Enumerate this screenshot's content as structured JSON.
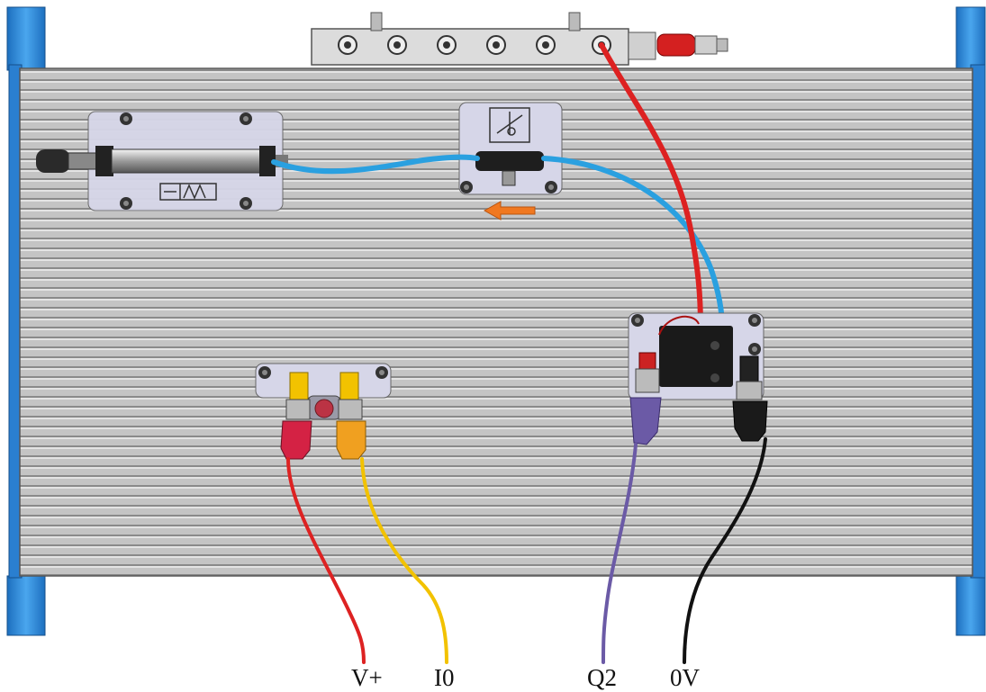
{
  "labels": {
    "v_plus": "V+",
    "i0": "I0",
    "q2": "Q2",
    "zero_v": "0V"
  },
  "colors": {
    "board": "#bdbdbd",
    "board_line": "#8e8e8e",
    "frame_blue": "#2f86d6",
    "air_tube": "#2aa0e0",
    "wire_red": "#dd2222",
    "wire_yellow": "#f2c200",
    "wire_purple": "#6b5aa6",
    "wire_black": "#111111",
    "arrow_orange": "#f07820",
    "valve_red": "#d42020"
  },
  "icons": {
    "flow_arrow": "arrow-left-icon",
    "flow_control_symbol": "throttle-valve-icon"
  }
}
